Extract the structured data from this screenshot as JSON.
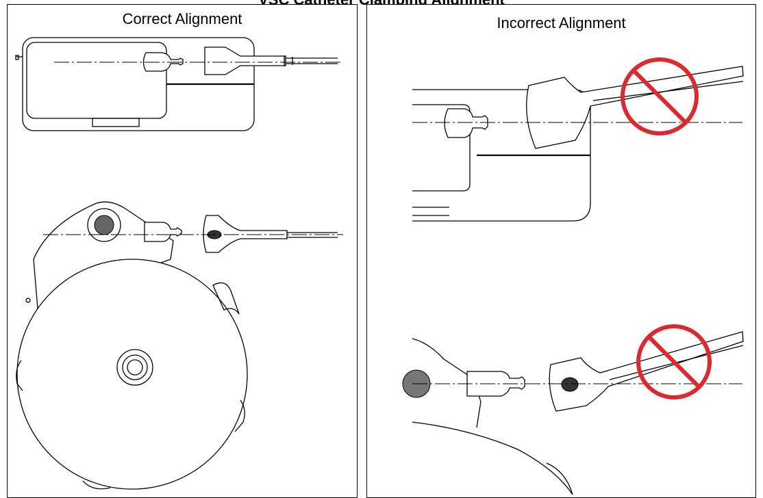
{
  "header": {
    "title": "VSC Catheter Clamping Alignment"
  },
  "panels": [
    {
      "title": "Correct Alignment"
    },
    {
      "title": "Incorrect Alignment"
    }
  ],
  "colors": {
    "prohibit": "#e0282c",
    "line": "#000000",
    "background": "#ffffff"
  },
  "icons": [
    "no-entry-icon",
    "no-entry-icon"
  ]
}
